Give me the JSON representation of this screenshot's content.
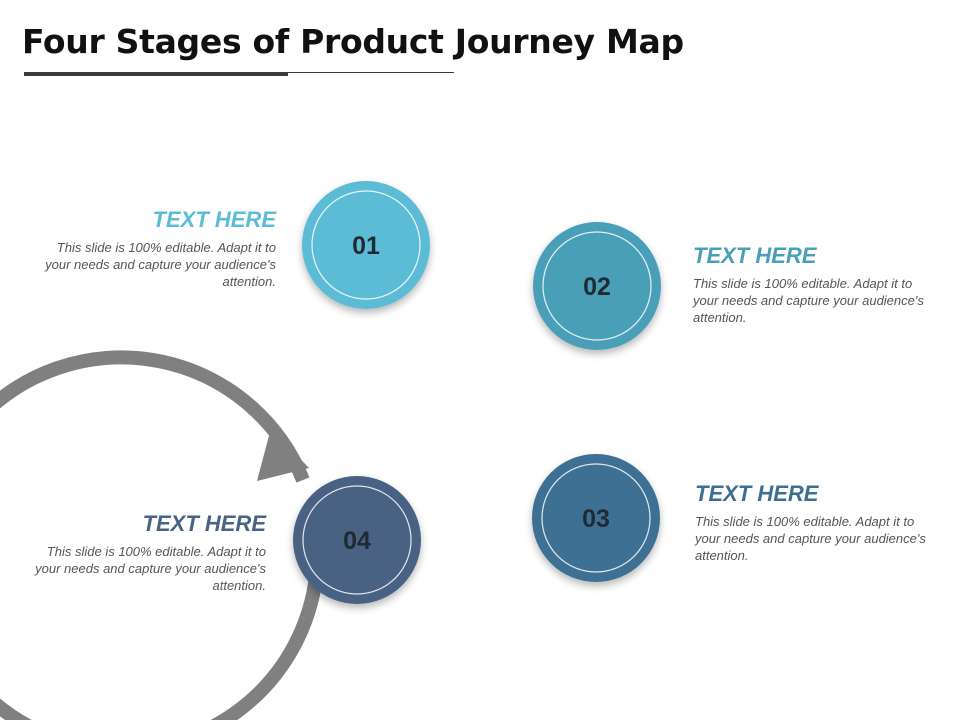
{
  "title": "Four Stages of Product Journey Map",
  "stages": [
    {
      "number": "01",
      "heading": "TEXT HERE",
      "body": "This slide is 100% editable.  Adapt it to your needs and capture your audience's attention.",
      "color": "#5bbcd6"
    },
    {
      "number": "02",
      "heading": "TEXT HERE",
      "body": "This slide is 100% editable.  Adapt it to your needs and capture your audience's attention.",
      "color": "#4a9fb8"
    },
    {
      "number": "03",
      "heading": "TEXT HERE",
      "body": "This slide is 100% editable.  Adapt it to your needs and capture your audience's attention.",
      "color": "#3d6f93"
    },
    {
      "number": "04",
      "heading": "TEXT HERE",
      "body": "This slide is 100% editable.  Adapt it to your needs and capture your audience's attention.",
      "color": "#4a6283"
    }
  ],
  "arrow_color": "#808080"
}
